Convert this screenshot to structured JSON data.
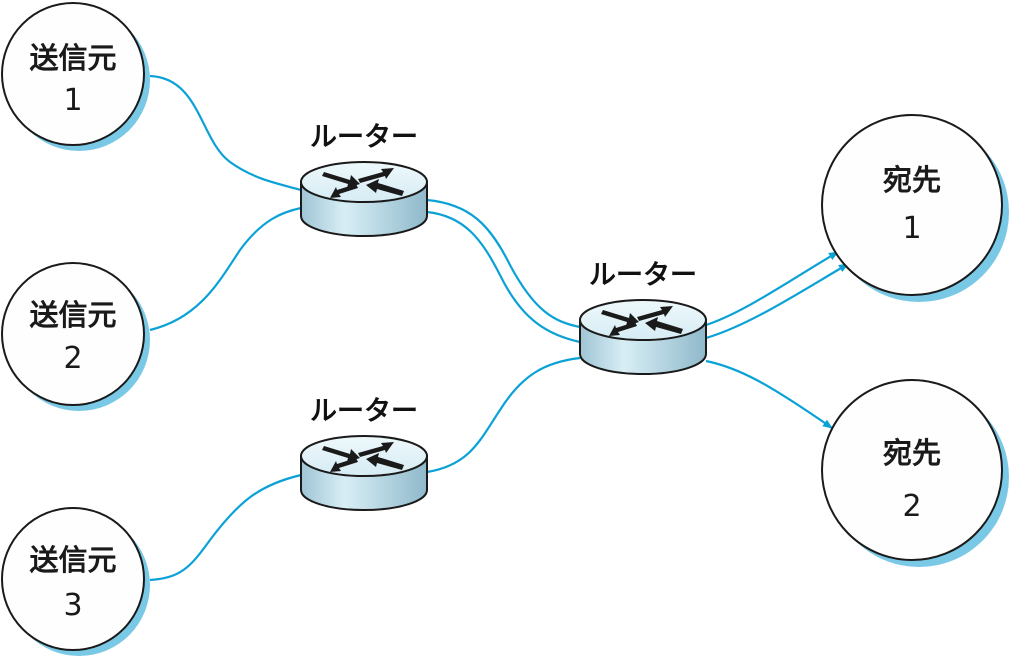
{
  "colors": {
    "link": "#0aa2d6",
    "node_shadow": "#79c9e6",
    "node_fill": "#fefefe",
    "outline": "#1a1a1a",
    "router_top": "#e3f2f8",
    "router_side_light": "#d4ebf3",
    "router_side_dark": "#8fb9cb"
  },
  "sources": [
    {
      "title": "送信元",
      "number": "1"
    },
    {
      "title": "送信元",
      "number": "2"
    },
    {
      "title": "送信元",
      "number": "3"
    }
  ],
  "destinations": [
    {
      "title": "宛先",
      "number": "1"
    },
    {
      "title": "宛先",
      "number": "2"
    }
  ],
  "routers": [
    {
      "label": "ルーター"
    },
    {
      "label": "ルーター"
    },
    {
      "label": "ルーター"
    }
  ],
  "links": [
    {
      "from": "送信元 1",
      "to": "ルーター (upper)"
    },
    {
      "from": "送信元 2",
      "to": "ルーター (upper)"
    },
    {
      "from": "送信元 3",
      "to": "ルーター (lower)"
    },
    {
      "from": "ルーター (upper)",
      "to": "ルーター (center)",
      "count": 2
    },
    {
      "from": "ルーター (lower)",
      "to": "ルーター (center)"
    },
    {
      "from": "ルーター (center)",
      "to": "宛先 1",
      "count": 2,
      "arrow": true
    },
    {
      "from": "ルーター (center)",
      "to": "宛先 2",
      "arrow": true
    }
  ]
}
